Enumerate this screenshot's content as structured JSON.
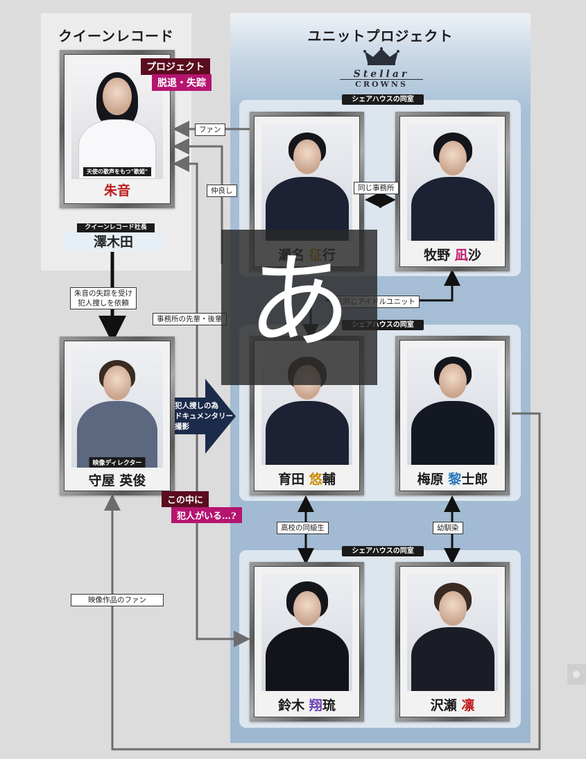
{
  "left_heading": "クイーンレコード",
  "right_heading": "ユニットプロジェクト",
  "unit_logo": {
    "line1": "Stellar",
    "line2": "CROWNS"
  },
  "groups": {
    "top": "シェアハウスの同室",
    "middle": "シェアハウスの同室",
    "bottom": "シェアハウスの同室"
  },
  "akane": {
    "subtitle": "天使の歌声をもつ\"歌姫\"",
    "name": "朱音",
    "badge1": "プロジェクト",
    "badge2": "脱退・失踪"
  },
  "sawakida": {
    "title": "クイーンレコード社長",
    "name": "澤木田"
  },
  "moriya": {
    "caption": "映像ディレクター",
    "surname": "守屋",
    "given": "英俊"
  },
  "characters": {
    "sena": {
      "surname": "瀬名",
      "given1": "征",
      "given2": "行"
    },
    "makino": {
      "surname": "牧野",
      "given1": "凪",
      "given2": "沙"
    },
    "ikuta": {
      "surname": "育田",
      "given1": "悠",
      "given2": "輔"
    },
    "umehara": {
      "surname": "梅原",
      "given1": "黎",
      "given2": "士郎"
    },
    "suzuki": {
      "surname": "鈴木",
      "given1": "翔",
      "given2": "琉"
    },
    "sawase": {
      "surname": "沢瀬",
      "given1": "凛",
      "given2": ""
    }
  },
  "relations": {
    "fan": "ファン",
    "nakayoshi": "仲良し",
    "same_office": "同じ事務所",
    "request": [
      "朱音の失踪を受け",
      "犯人捜しを依頼"
    ],
    "office_senior_junior": "事務所の先輩・後輩",
    "former_unit": "元同じアイドルユニット",
    "documentary": [
      "犯人捜しの為",
      "ドキュメンタリー",
      "撮影"
    ],
    "culprit": [
      "この中に",
      "犯人がいる…?"
    ],
    "classmates": "高校の同級生",
    "childhood": "幼馴染",
    "video_fan": "映像作品のファン"
  },
  "overlay_char": "あ",
  "colors": {
    "pink": "#c0186d",
    "gold": "#c98a00",
    "blue": "#2677bb",
    "purple": "#6a3fb0",
    "magenta": "#b5156f",
    "maroon": "#5a0d1f"
  }
}
